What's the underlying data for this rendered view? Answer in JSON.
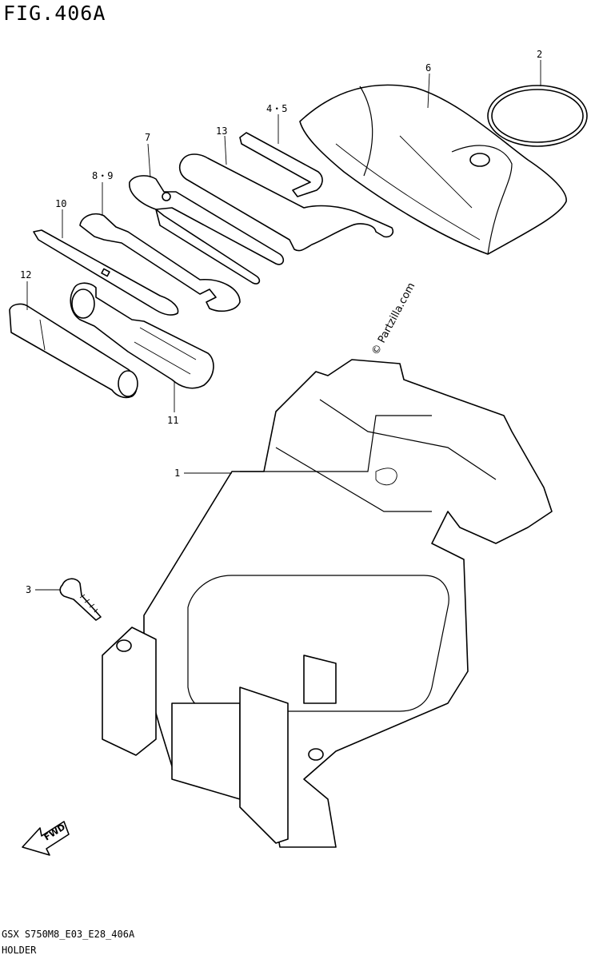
{
  "figure": {
    "title": "FIG.406A"
  },
  "watermark": "© Partzilla.com",
  "callouts": {
    "p1": "1",
    "p2": "2",
    "p3": "3",
    "p45": "4・5",
    "p6": "6",
    "p7": "7",
    "p89": "8・9",
    "p10": "10",
    "p11": "11",
    "p12": "12",
    "p13": "13"
  },
  "direction_badge": "FWD",
  "footer": {
    "code": "GSX S750M8_E03_E28_406A",
    "name": "HOLDER"
  }
}
